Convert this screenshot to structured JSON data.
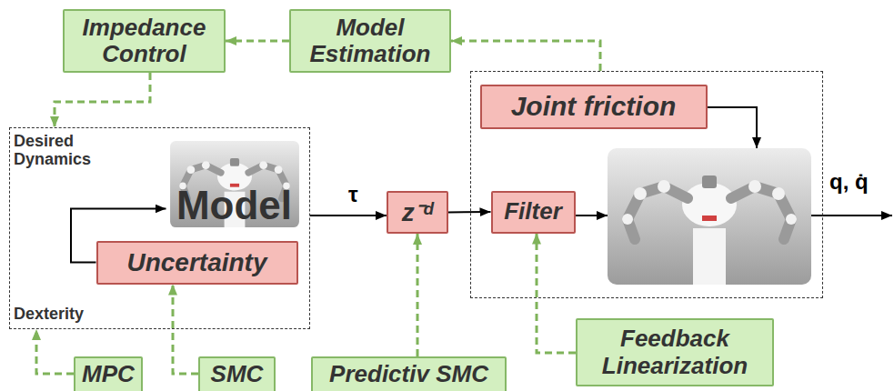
{
  "diagram": {
    "nodes": [
      {
        "text": [
          "Impedance Control"
        ]
      },
      {
        "text": [
          "Model Estimation"
        ]
      },
      {
        "text": [
          "Desired Dynamics",
          "Dexterity"
        ]
      },
      {
        "text": [
          "Model"
        ],
        "in": 2
      },
      {
        "text": [
          "Uncertainty"
        ],
        "in": 2
      },
      {
        "text": [
          "z⁻ᵈ"
        ]
      },
      {
        "text": []
      },
      {
        "text": [
          "Joint friction"
        ],
        "in": 6
      },
      {
        "text": [
          "Filter"
        ],
        "in": 6
      },
      {
        "text": [
          "MPC"
        ]
      },
      {
        "text": [
          "SMC"
        ]
      },
      {
        "text": [
          "Predictiv SMC"
        ]
      },
      {
        "text": [
          "Feedback Linearization"
        ]
      }
    ],
    "edges": [
      {
        "from": 1,
        "to": 0,
        "arrow": "to"
      },
      {
        "from": 0,
        "to": 2,
        "arrow": "to"
      },
      {
        "from": 4,
        "to": 3,
        "arrow": "to"
      },
      {
        "from": 2,
        "to": 5,
        "arrow": "to",
        "label": "τ"
      },
      {
        "from": 5,
        "to": 8,
        "arrow": "to"
      },
      {
        "from": 6,
        "to": 1,
        "arrow": "to"
      },
      {
        "from": 9,
        "to": 2,
        "arrow": "to"
      },
      {
        "from": 10,
        "to": 4,
        "arrow": "to"
      },
      {
        "from": 11,
        "to": 5,
        "arrow": "to"
      },
      {
        "from": 12,
        "to": 8,
        "arrow": "to"
      }
    ],
    "labels": [
      "q, q̇"
    ]
  }
}
